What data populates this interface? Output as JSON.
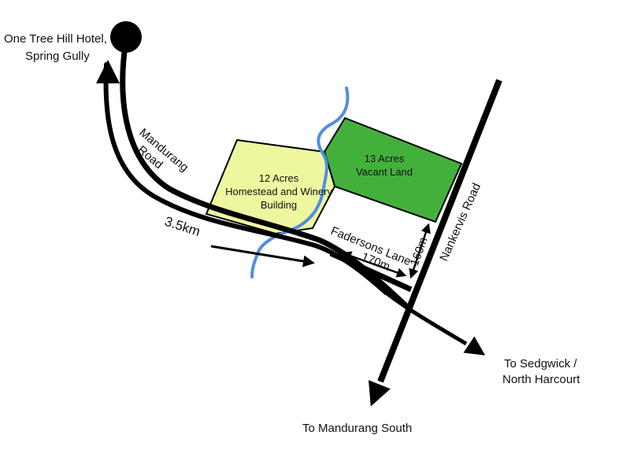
{
  "colors": {
    "background": "#ffffff",
    "road": "#000000",
    "creek": "#4f8fe0",
    "homestead_parcel": "#eef7a0",
    "vacant_parcel": "#44b03c"
  },
  "labels": {
    "hotel_line1": "One Tree Hill Hotel,",
    "hotel_line2": "Spring Gully",
    "mandurang_road_line1": "Mandurang",
    "mandurang_road_line2": "Road",
    "distance_main": "3.5km",
    "homestead_line1": "12 Acres",
    "homestead_line2": "Homestead and Winery",
    "homestead_line3": "Building",
    "vacant_line1": "13 Acres",
    "vacant_line2": "Vacant Land",
    "fadersons_lane": "Fadersons Lane",
    "distance_170": "170m",
    "distance_160": "160m",
    "nankervis_road": "Nankervis Road",
    "sedgwick_line1": "To Sedgwick /",
    "sedgwick_line2": "North Harcourt",
    "mandurang_south": "To Mandurang South"
  }
}
